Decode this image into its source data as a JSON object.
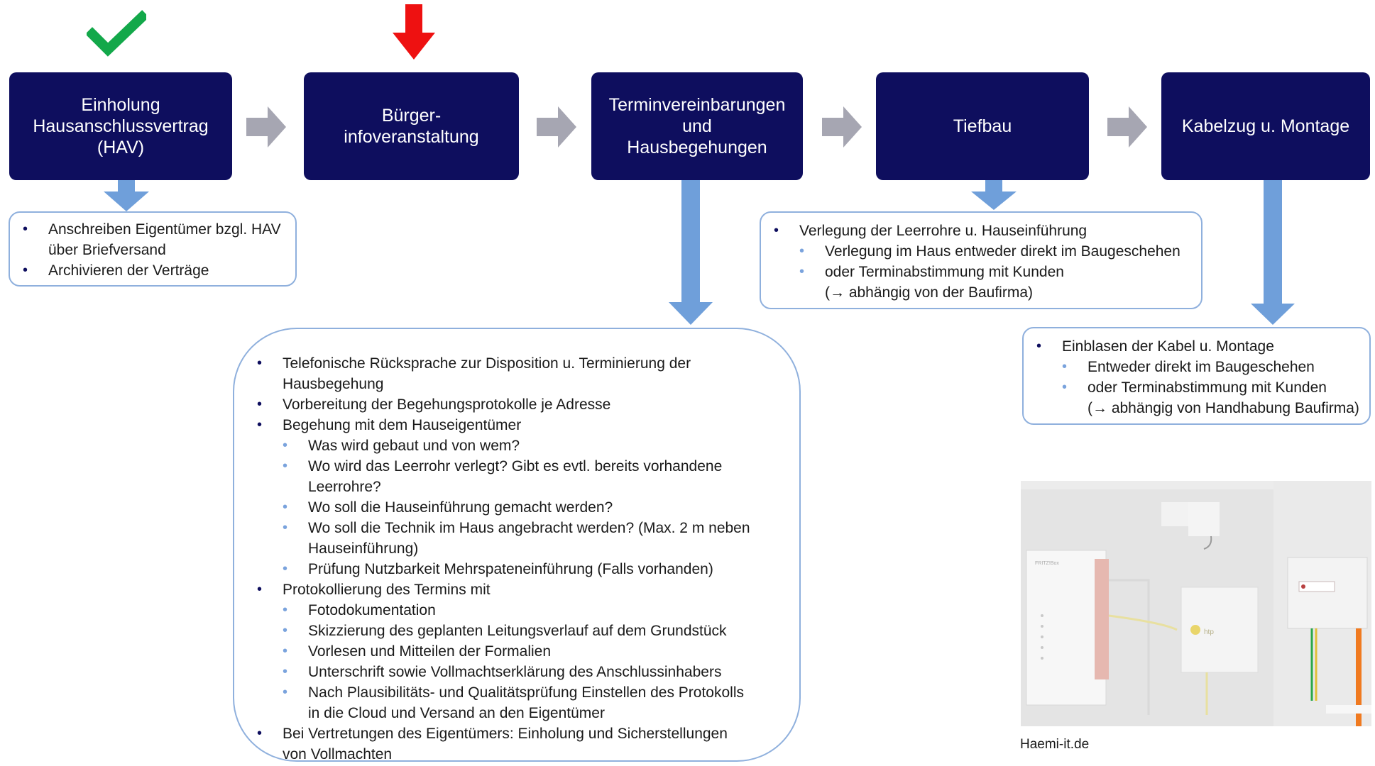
{
  "colors": {
    "stage_fill": "#0e0e5e",
    "box_border": "#8fb0dd",
    "down_arrow": "#6f9fda",
    "right_arrow": "#a6a6b2",
    "check": "#13a84a",
    "marker_arrow": "#ee1111"
  },
  "markers": {
    "done": "check-mark",
    "current": "red-down-arrow"
  },
  "stages": [
    {
      "label": "Einholung\nHausanschlussvertrag\n(HAV)"
    },
    {
      "label": "Bürger-\ninfoveranstaltung"
    },
    {
      "label": "Terminvereinbarungen\nund\nHausbegehungen"
    },
    {
      "label": "Tiefbau"
    },
    {
      "label": "Kabelzug u. Montage"
    }
  ],
  "box1": {
    "items": [
      {
        "lines": [
          "Anschreiben Eigentümer bzgl. HAV",
          "über Briefversand"
        ]
      },
      {
        "lines": [
          "Archivieren der Verträge"
        ]
      }
    ]
  },
  "box2": {
    "l1": "Telefonische Rücksprache zur Disposition u. Terminierung der",
    "l1b": "Hausbegehung",
    "l2": "Vorbereitung der Begehungsprotokolle je Adresse",
    "l3": "Begehung mit dem Hauseigentümer",
    "s1": "Was wird gebaut und von wem?",
    "s2": "Wo wird das Leerrohr verlegt? Gibt es evtl. bereits vorhandene",
    "s2b": "Leerrohre?",
    "s3": "Wo soll die Hauseinführung gemacht werden?",
    "s4": "Wo soll die Technik im Haus angebracht werden? (Max. 2 m neben",
    "s4b": "Hauseinführung)",
    "s5": "Prüfung Nutzbarkeit Mehrspateneinführung (Falls vorhanden)",
    "l4": "Protokollierung des Termins mit",
    "t1": "Fotodokumentation",
    "t2": "Skizzierung des geplanten Leitungsverlauf auf dem Grundstück",
    "t3": "Vorlesen und Mitteilen der Formalien",
    "t4": "Unterschrift sowie Vollmachtserklärung des Anschlussinhabers",
    "t5": "Nach Plausibilitäts- und Qualitätsprüfung Einstellen des Protokolls",
    "t5b": "in die Cloud und Versand an den Eigentümer",
    "l5": "Bei Vertretungen des Eigentümers: Einholung und Sicherstellungen",
    "l5b": "von Vollmachten"
  },
  "box3": {
    "l1": "Verlegung der Leerrohre u. Hauseinführung",
    "s1": "Verlegung im Haus entweder direkt im Baugeschehen",
    "s2": "oder Terminabstimmung mit Kunden",
    "s2b": "(→ abhängig von der Baufirma)"
  },
  "box4": {
    "l1": "Einblasen der Kabel u. Montage",
    "s1": "Entweder direkt im Baugeschehen",
    "s2": "oder Terminabstimmung mit Kunden",
    "s2b": "(→ abhängig von Handhabung Baufirma)"
  },
  "photo": {
    "credit": "Haemi-it.de",
    "brand1": "FRITZ!Box",
    "brand2": "htp"
  }
}
